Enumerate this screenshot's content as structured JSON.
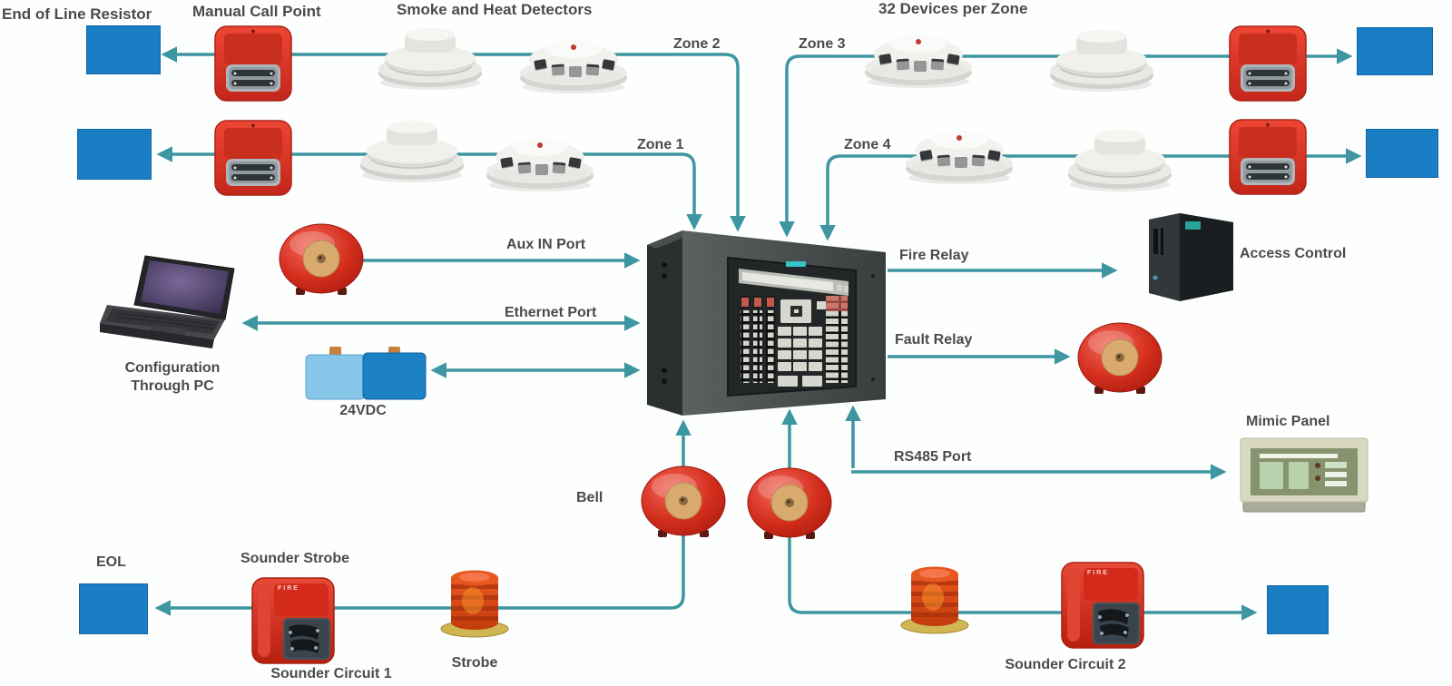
{
  "labels": {
    "end_of_line_resistor": "End of Line Resistor",
    "manual_call_point": "Manual Call Point",
    "smoke_heat_detectors": "Smoke and Heat Detectors",
    "devices_per_zone": "32 Devices per Zone",
    "zone1": "Zone 1",
    "zone2": "Zone 2",
    "zone3": "Zone 3",
    "zone4": "Zone 4",
    "aux_in_port": "Aux IN Port",
    "ethernet_port": "Ethernet Port",
    "dc_supply": "24VDC",
    "config_pc_line1": "Configuration",
    "config_pc_line2": "Through PC",
    "fire_relay": "Fire Relay",
    "access_control": "Access Control",
    "fault_relay": "Fault Relay",
    "rs485_port": "RS485 Port",
    "mimic_panel": "Mimic Panel",
    "bell": "Bell",
    "eol": "EOL",
    "sounder_strobe": "Sounder Strobe",
    "sounder_circuit_1": "Sounder Circuit 1",
    "strobe": "Strobe",
    "sounder_circuit_2": "Sounder Circuit 2",
    "sounder_face_text": "FIRE"
  },
  "zones": [
    "Zone 1",
    "Zone 2",
    "Zone 3",
    "Zone 4"
  ],
  "panel_ports": [
    "Aux IN Port",
    "Ethernet Port",
    "24VDC",
    "Fire Relay",
    "Fault Relay",
    "RS485 Port"
  ],
  "colors": {
    "wire_teal": "#3E96A1",
    "eol_blue": "#1A7EC5",
    "device_red": "#D32A1B",
    "bell_center_tan": "#D9AA6E",
    "strobe_orange": "#E0491D",
    "mimic_sage": "#87926E",
    "panel_dark": "#3F4344",
    "label_gray": "#4B4B4B"
  }
}
